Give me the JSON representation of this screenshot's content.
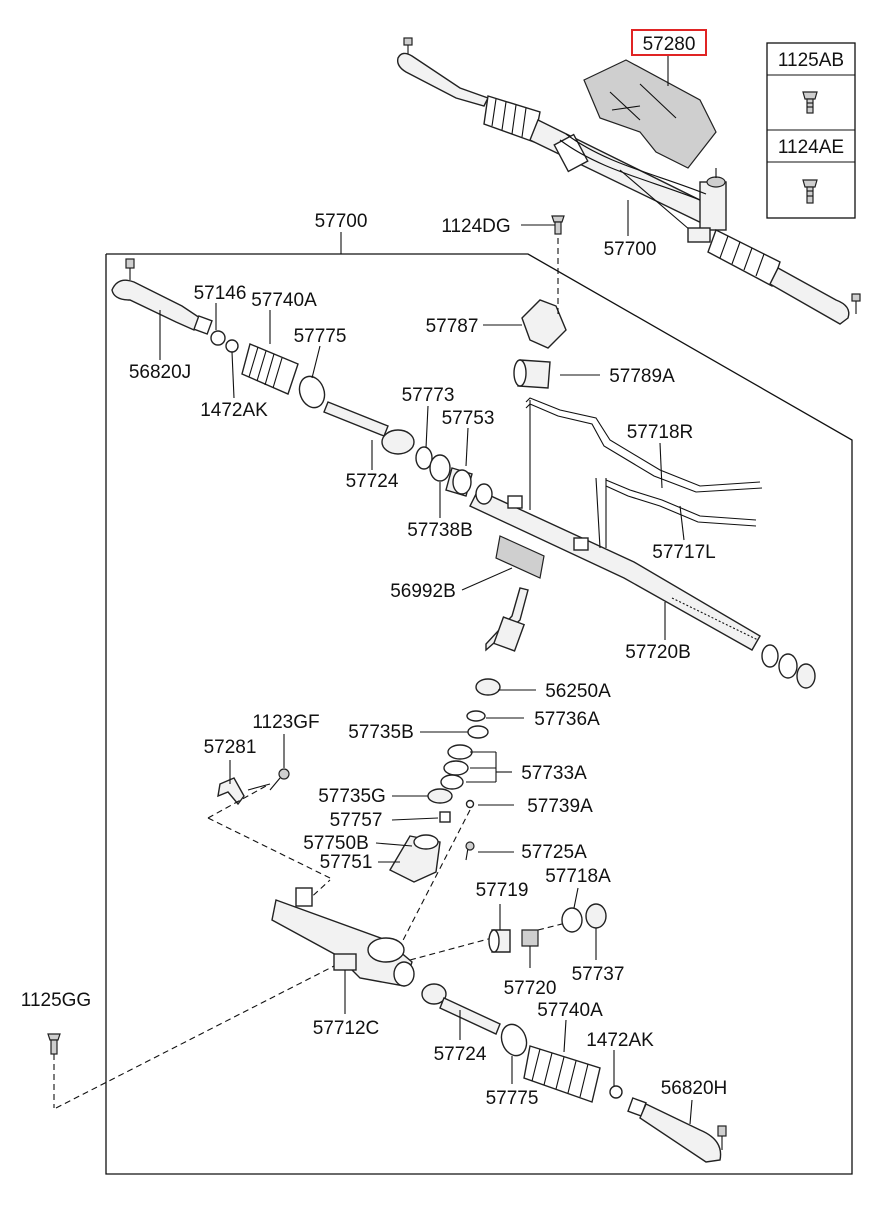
{
  "legend_box": {
    "items": [
      {
        "code": "1125AB",
        "icon": "bolt-icon"
      },
      {
        "code": "1124AE",
        "icon": "bolt-icon"
      }
    ]
  },
  "highlight": {
    "code": "57280",
    "color": "#e02424"
  },
  "labels": {
    "c57280": "57280",
    "c57700_top": "57700",
    "c57700_main": "57700",
    "c1124DG": "1124DG",
    "c57146": "57146",
    "c57740A_top": "57740A",
    "c57775_top": "57775",
    "c56820J": "56820J",
    "c1472AK_top": "1472AK",
    "c57787": "57787",
    "c57789A": "57789A",
    "c57773": "57773",
    "c57753": "57753",
    "c57718R": "57718R",
    "c57724_top": "57724",
    "c57738B": "57738B",
    "c57717L": "57717L",
    "c56992B": "56992B",
    "c57720B": "57720B",
    "c56250A": "56250A",
    "c1123GF": "1123GF",
    "c57736A": "57736A",
    "c57735B": "57735B",
    "c57281": "57281",
    "c57733A": "57733A",
    "c57735G": "57735G",
    "c57739A": "57739A",
    "c57757": "57757",
    "c57750B": "57750B",
    "c57725A": "57725A",
    "c57751": "57751",
    "c57718A": "57718A",
    "c57719": "57719",
    "c1125GG": "1125GG",
    "c57720": "57720",
    "c57737": "57737",
    "c57712C": "57712C",
    "c57740A_bot": "57740A",
    "c1472AK_bot": "1472AK",
    "c57724_bot": "57724",
    "c56820H": "56820H",
    "c57775_bot": "57775"
  }
}
